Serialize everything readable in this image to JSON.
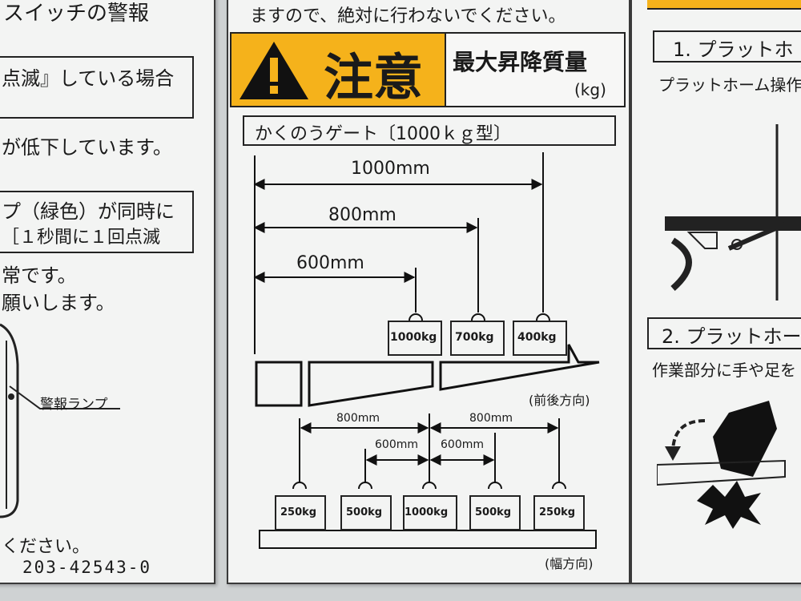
{
  "left_panel": {
    "title": "スイッチの警報",
    "flash_box": "点滅』している場合",
    "line_low": "が低下しています。",
    "lamp_green": "プ（緑色）が同時に",
    "flash_rate": "［１秒間に１回点滅",
    "line_desu": "常です。",
    "line_onegai": "願いします。",
    "alarm_lamp": "警報ランプ",
    "kudasai": "ください。",
    "doc_number": "203-42543-0"
  },
  "center_panel": {
    "top_line": "ますので、絶対に行わないでください。",
    "caution": "注意",
    "max_load_label": "最大昇降質量",
    "unit": "(kg)",
    "gate_title": "かくのうゲート〔1000ｋｇ型〕",
    "front_back": {
      "dist_1000": "1000mm",
      "dist_800": "800mm",
      "dist_600": "600mm",
      "w_1000": "1000kg",
      "w_700": "700kg",
      "w_400": "400kg",
      "direction": "(前後方向)"
    },
    "width": {
      "d_800_left": "800mm",
      "d_800_right": "800mm",
      "d_600_left": "600mm",
      "d_600_right": "600mm",
      "w_250_left": "250kg",
      "w_500_left": "500kg",
      "w_1000": "1000kg",
      "w_500_right": "500kg",
      "w_250_right": "250kg",
      "direction": "(幅方向)"
    }
  },
  "right_panel": {
    "step1": "1. プラットホ",
    "step1_desc": "プラットホーム操作",
    "step2": "2. プラットホー",
    "step2_desc": "作業部分に手や足を"
  },
  "colors": {
    "caution_yellow": "#f5b21b",
    "ink": "#1a1a1a",
    "panel_bg": "#f3f4f3"
  }
}
